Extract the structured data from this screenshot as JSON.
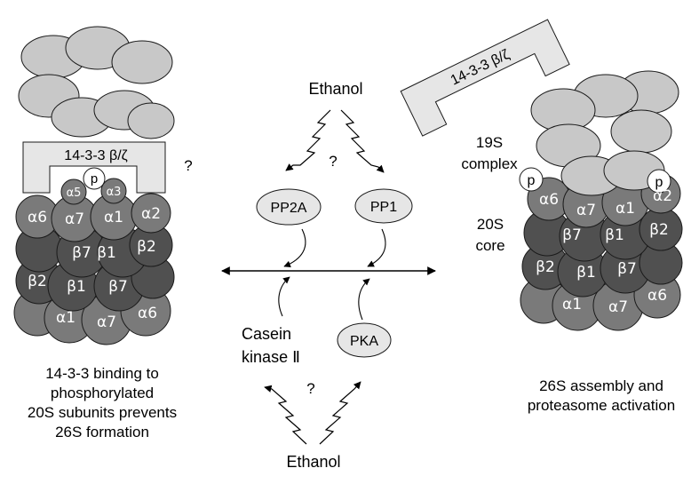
{
  "left_caption": [
    "14-3-3 binding to",
    "phosphorylated",
    "20S subunits prevents",
    "26S formation"
  ],
  "right_caption": [
    "26S assembly and",
    "proteasome activation"
  ],
  "protein_1433": "14-3-3 β/ζ",
  "phospho": "p",
  "question": "?",
  "ethanol_top": "Ethanol",
  "ethanol_bottom": "Ethanol",
  "pp2a": "PP2A",
  "pp1": "PP1",
  "pka": "PKA",
  "casein_line1": "Casein",
  "casein_line2": "kinase Ⅱ",
  "label_19s_line1": "19S",
  "label_19s_line2": "complex",
  "label_20s_line1": "20S",
  "label_20s_line2": "core",
  "left_core": {
    "row_alpha_top": [
      "α6",
      "α7",
      "α1",
      "α2"
    ],
    "row_alpha_top_small": [
      "α5",
      "α3"
    ],
    "row_beta_1": [
      "β7",
      "β1",
      "β2"
    ],
    "row_beta_2": [
      "β2",
      "β1",
      "β7"
    ],
    "row_alpha_bottom": [
      "α1",
      "α7",
      "α6"
    ]
  },
  "right_core": {
    "row_alpha_top": [
      "α6",
      "α7",
      "α1",
      "α2"
    ],
    "row_beta_1": [
      "β7",
      "β1",
      "β2"
    ],
    "row_beta_2": [
      "β2",
      "β1",
      "β7"
    ],
    "row_alpha_bottom": [
      "α1",
      "α7",
      "α6"
    ]
  },
  "colors": {
    "lid_gray": "#c8c8c8",
    "alpha_gray": "#7a7a7a",
    "beta_gray": "#505050",
    "box_fill": "#e6e6e6",
    "stroke": "#1a1a1a"
  }
}
